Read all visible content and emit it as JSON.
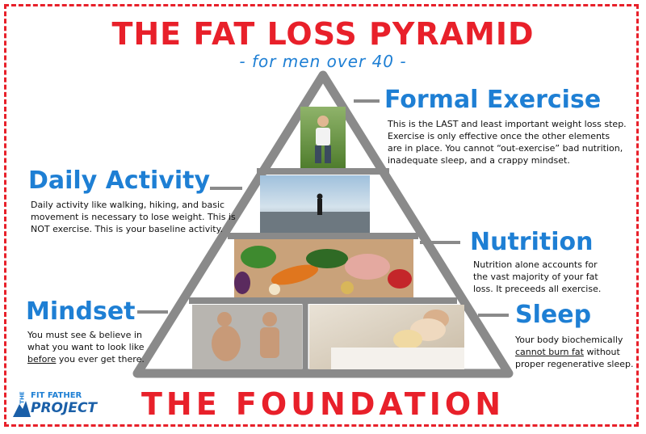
{
  "title": "THE FAT LOSS PYRAMID",
  "subtitle": "- for men over 40 -",
  "sections": {
    "formal": {
      "heading": "Formal Exercise",
      "lines": [
        "This is the LAST and least important weight loss step.",
        "Exercise is only effective once the other elements",
        "are in place. You cannot “out-exercise” bad nutrition,",
        "inadequate sleep, and a crappy mindset."
      ]
    },
    "daily": {
      "heading": "Daily Activity",
      "lines": [
        "Daily activity like walking, hiking, and basic",
        "movement is necessary to lose weight. This is",
        "NOT exercise. This is your baseline activity."
      ]
    },
    "nutrition": {
      "heading": "Nutrition",
      "lines": [
        "Nutrition alone accounts for",
        "the vast majority of your fat",
        "loss. It preceeds all exercise."
      ]
    },
    "mindset": {
      "heading": "Mindset",
      "line1": "You must see & believe in",
      "line2": "what you want to look like",
      "line3_u": "before",
      "line3_rest": " you ever get there."
    },
    "sleep": {
      "heading": "Sleep",
      "line1": "Your body biochemically",
      "line2_u": "cannot burn fat",
      "line2_rest": " without",
      "line3": "proper regenerative sleep."
    }
  },
  "foundation": "THE FOUNDATION",
  "logo": {
    "the": "THE",
    "line1": "FIT FATHER",
    "line2": "PROJECT"
  },
  "colors": {
    "red": "#e8202a",
    "blue": "#1e7fd4",
    "pyramid_gray": "#8a8a8a"
  }
}
